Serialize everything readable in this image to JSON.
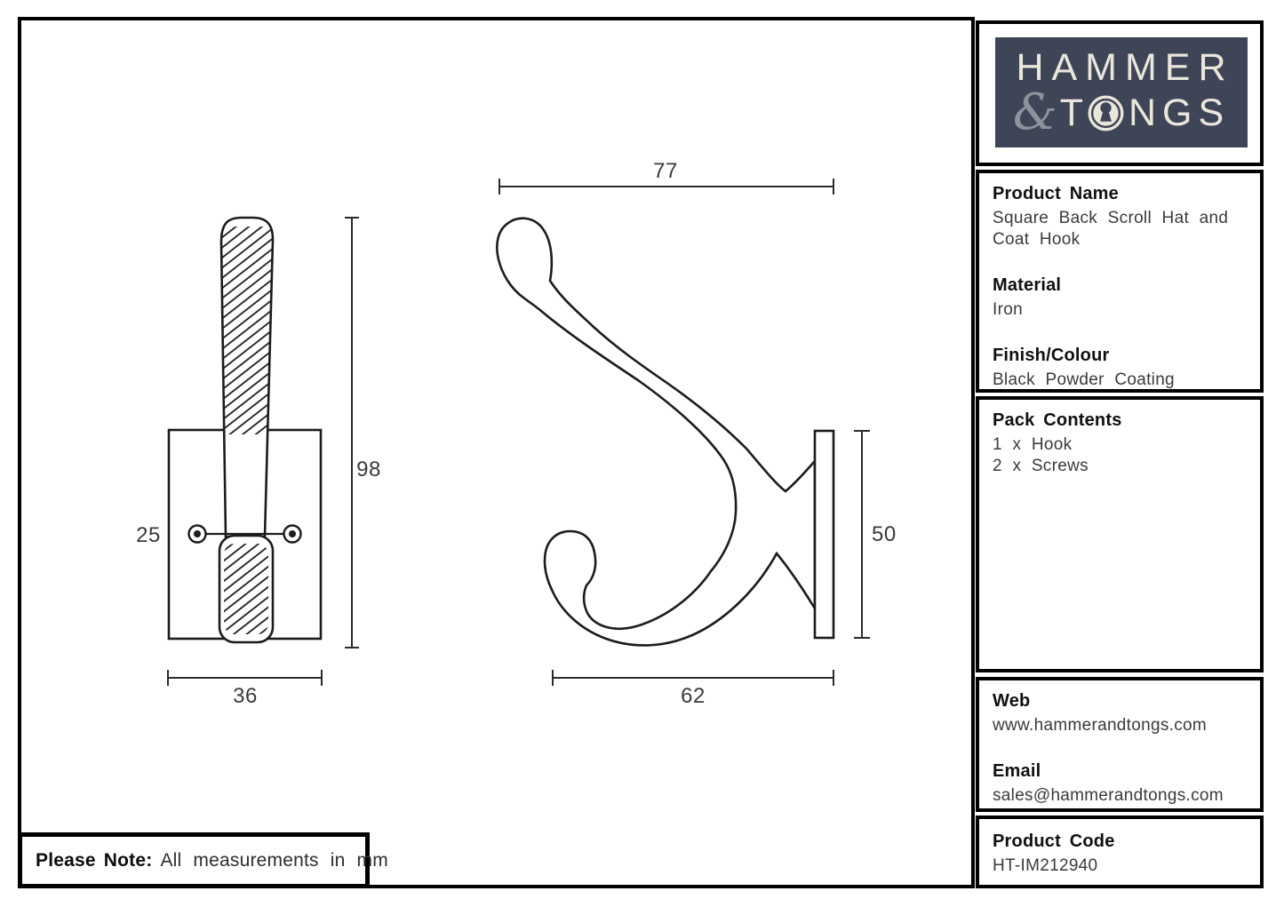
{
  "logo": {
    "word1": "HAMMER",
    "amp": "&",
    "word2_start": "T",
    "word2_end": "NGS",
    "bg_color": "#3d4557",
    "text_color": "#eae6da",
    "amp_color": "#8e929b"
  },
  "sidebar": {
    "product_name_label": "Product Name",
    "product_name_lines": [
      "Square Back Scroll Hat and",
      "Coat Hook"
    ],
    "material_label": "Material",
    "material_value": "Iron",
    "finish_label": "Finish/Colour",
    "finish_value": "Black Powder Coating",
    "pack_label": "Pack Contents",
    "pack_lines": [
      "1 x Hook",
      "2 x Screws"
    ],
    "web_label": "Web",
    "web_value": "www.hammerandtongs.com",
    "email_label": "Email",
    "email_value": "sales@hammerandtongs.com",
    "code_label": "Product Code",
    "code_value": "HT-IM212940"
  },
  "note": {
    "label": "Please Note:",
    "text": "All measurements in mm"
  },
  "drawing": {
    "units": "mm",
    "front_view": {
      "height": "98",
      "width": "36",
      "hole_spacing": "25"
    },
    "side_view": {
      "depth": "77",
      "plate_height": "50",
      "lower_depth": "62"
    }
  },
  "colors": {
    "outline": "#1c1c1c",
    "dim_line": "#2b2b2b",
    "dim_text": "#3a3a3a"
  }
}
